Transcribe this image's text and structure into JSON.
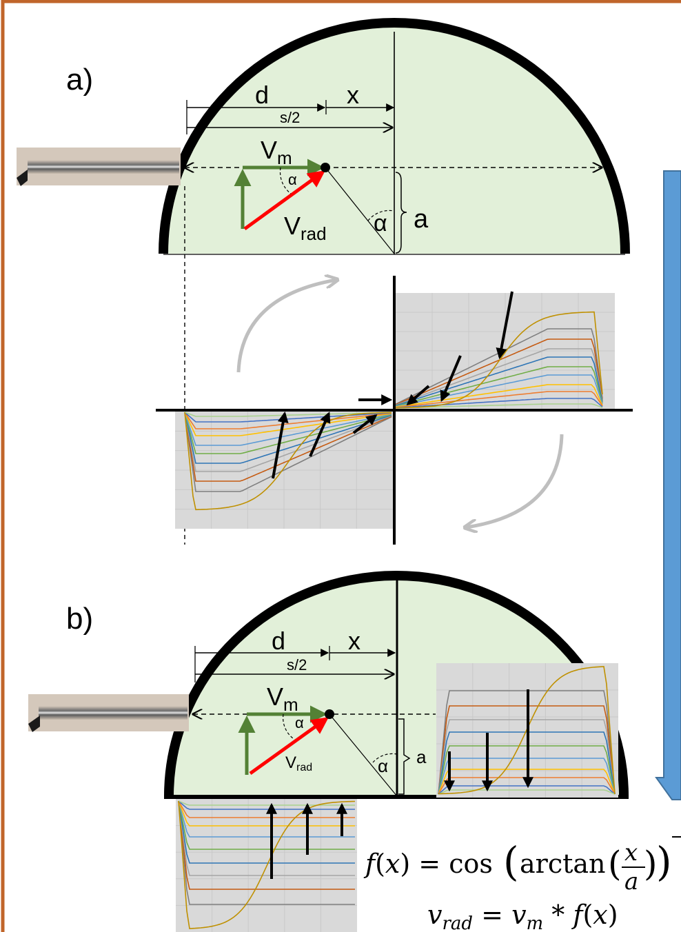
{
  "colors": {
    "frame": "#c0652a",
    "fill": "#e2f0d9",
    "green_vector": "#538135",
    "red_vector": "#ff0000",
    "blue_arrow": "#5b9bd5",
    "blue_arrow_edge": "#41719c",
    "gray_arrow": "#bfbfbf",
    "plot_bg": "#d9d9d9"
  },
  "panel_a": {
    "label": "a)",
    "d": "d",
    "x": "x",
    "s_half": "s/2",
    "v_main": "V",
    "v_main_sub": "m",
    "v_rad": "V",
    "v_rad_sub": "rad",
    "alpha": "α",
    "a": "a"
  },
  "panel_b": {
    "label": "b)",
    "d": "d",
    "x": "x",
    "s_half": "s/2",
    "v_main": "V",
    "v_main_sub": "m",
    "v_rad": "V",
    "v_rad_sub": "rad",
    "alpha": "α",
    "a": "a"
  },
  "formula": {
    "line1": "f(x) = cos(arctan(x/a))",
    "f_lhs": "f",
    "x_var": "x",
    "equals": "=",
    "cos": "cos",
    "arctan": "arctan",
    "frac_num": "x",
    "frac_den": "a",
    "line2_v": "v",
    "line2_sub_rad": "rad",
    "line2_m_sub": "m",
    "line2_star": "*",
    "line2_f": "f",
    "line2_x": "x"
  },
  "icons": [
    "probe-photo",
    "blue-down-arrow",
    "rotation-arrow"
  ]
}
